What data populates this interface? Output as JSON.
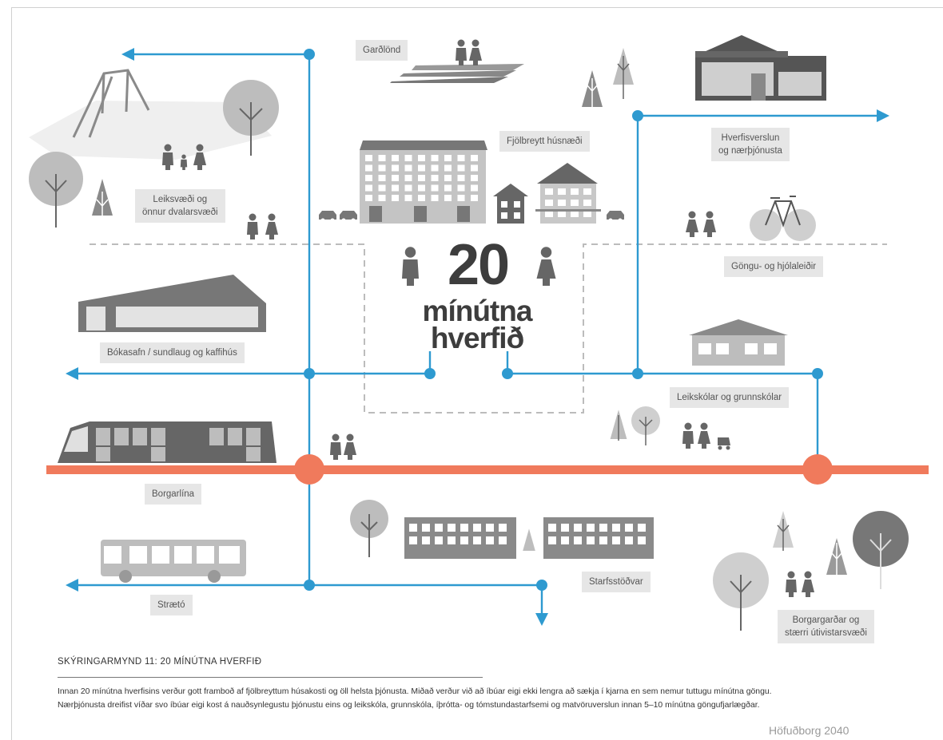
{
  "diagram": {
    "title_number": "20",
    "title_words": [
      "mínútna",
      "hverfið"
    ],
    "labels": {
      "gardlond": "Garðlönd",
      "fjolbreytt": "Fjölbreytt húsnæði",
      "hverfisverslun": [
        "Hverfisverslun",
        "og nærþjónusta"
      ],
      "leiksvaedi": [
        "Leiksvæði og",
        "önnur dvalarsvæði"
      ],
      "gongu": "Göngu- og hjólaleiðir",
      "bokasafn": "Bókasafn / sundlaug og kaffihús",
      "leikskolar": "Leikskólar og grunnskólar",
      "borgarlina": "Borgarlína",
      "straeto": "Strætó",
      "starfsstodvar": "Starfsstöðvar",
      "borgargardar": [
        "Borgargarðar og",
        "stærri útivistarsvæði"
      ]
    },
    "colors": {
      "route": "#2e9ad0",
      "borgarlina": "#f07a5c",
      "icon_dark": "#666666",
      "icon_light": "#bdbdbd",
      "label_bg": "#e6e6e6"
    }
  },
  "caption": {
    "title": "SKÝRINGARMYND 11: 20 MÍNÚTNA HVERFIÐ",
    "body": [
      "Innan 20 mínútna hverfisins verður gott framboð af fjölbreyttum húsakosti og öll helsta þjónusta. Miðað verður við að íbúar eigi ekki lengra að sækja í kjarna en sem nemur tuttugu mínútna göngu.",
      "Nærþjónusta dreifist víðar svo íbúar eigi kost á nauðsynlegustu þjónustu eins og leikskóla, grunnskóla, íþrótta- og tómstundastarfsemi og matvöruverslun innan 5–10 mínútna göngufjarlægðar."
    ]
  },
  "source": "Höfuðborg 2040"
}
